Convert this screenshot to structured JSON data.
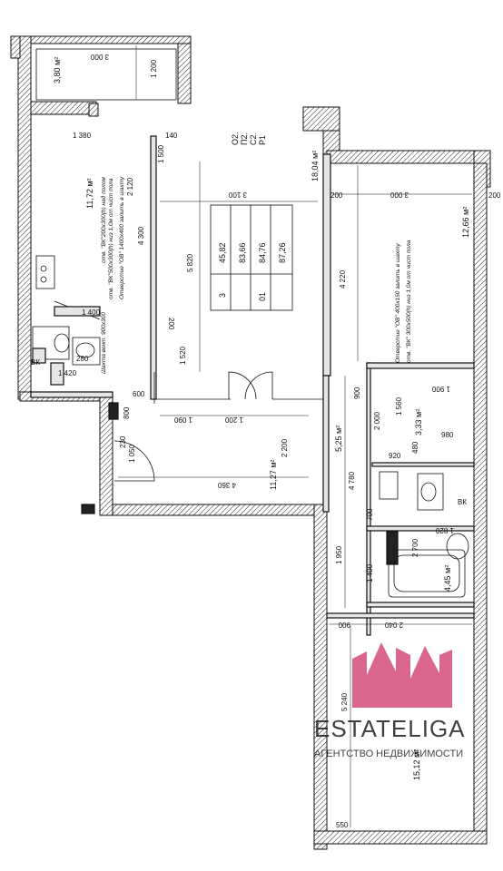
{
  "balcony": {
    "area": "3,80 м²",
    "dim_3000": "3 000",
    "dim_1200": "1 200"
  },
  "kitchen": {
    "area": "11,72 м²",
    "note_vent": "отв. \"ВК\"200x300(h) над полом",
    "note_1": "отв. \"ВК\"500x300(h) низ 1,0м от чист пола",
    "note_2": "Отверстие \"ОВ\" 1400x400 залить в шахту"
  },
  "living": {
    "area": "18,04 м²",
    "dim_3100": "3 100",
    "dim_5820": "5 820",
    "dim_4220": "4 220"
  },
  "table": {
    "rows": [
      [
        "3",
        "45,82",
        "83,66",
        "84,76",
        "87,26"
      ],
      [
        "",
        "",
        "",
        "",
        ""
      ],
      [
        "01",
        "",
        "",
        "",
        ""
      ]
    ]
  },
  "codes": {
    "o2": "O2.",
    "p2": "П2.",
    "c2": "C2.",
    "p1": "P1"
  },
  "bedroom1": {
    "area": "12,66 м²",
    "dim_3000": "3 000",
    "dim_200a": "200",
    "dim_200b": "200",
    "note_1": "Отверстие \"ОВ\" 400x150 залить в шахту",
    "note_2": "отв. \"ВК\" 300x500(h) низ 1,0м от чист пола"
  },
  "hall": {
    "area": "11,27 м²",
    "dim_4360": "4 360",
    "dim_1200": "1 200",
    "dim_2200": "2 200",
    "dim_1090": "1 090"
  },
  "corridor": {
    "area": "5,25 м²",
    "dim_4780": "4 780",
    "dim_2000": "2 000",
    "dim_1560": "1 560"
  },
  "wc": {
    "area": "3,33 м²",
    "dim_1900": "1 900",
    "dim_980": "980",
    "dim_920": "920",
    "vk": "ВК"
  },
  "bathroom": {
    "area": "4,45 м²",
    "dim_2700": "2 700",
    "dim_1820": "1 820",
    "dim_1400": "1 400",
    "dim_1950": "1 950",
    "dim_700": "700"
  },
  "bedroom2": {
    "area": "15,12 м²",
    "dim_5240": "5 240",
    "dim_2040": "2 040",
    "dim_900": "900",
    "dim_550": "550"
  },
  "misc": {
    "dim_1380": "1 380",
    "dim_1400": "1 400",
    "dim_1500": "1 500",
    "dim_140": "140",
    "dim_2120": "2 120",
    "dim_1520": "1 520",
    "dim_600": "600",
    "dim_800": "800",
    "dim_1050": "1 050",
    "dim_230": "230",
    "dim_1420": "1 420",
    "dim_280": "280",
    "dim_480": "480",
    "dim_900": "900",
    "vk": "ВК",
    "shaft": "Шахта вент. 900x300"
  },
  "watermark": {
    "brand": "ESTATELIGA",
    "subtitle": "АГЕНТСТВО НЕДВИЖИМОСТИ",
    "color": "#d44a7a"
  }
}
